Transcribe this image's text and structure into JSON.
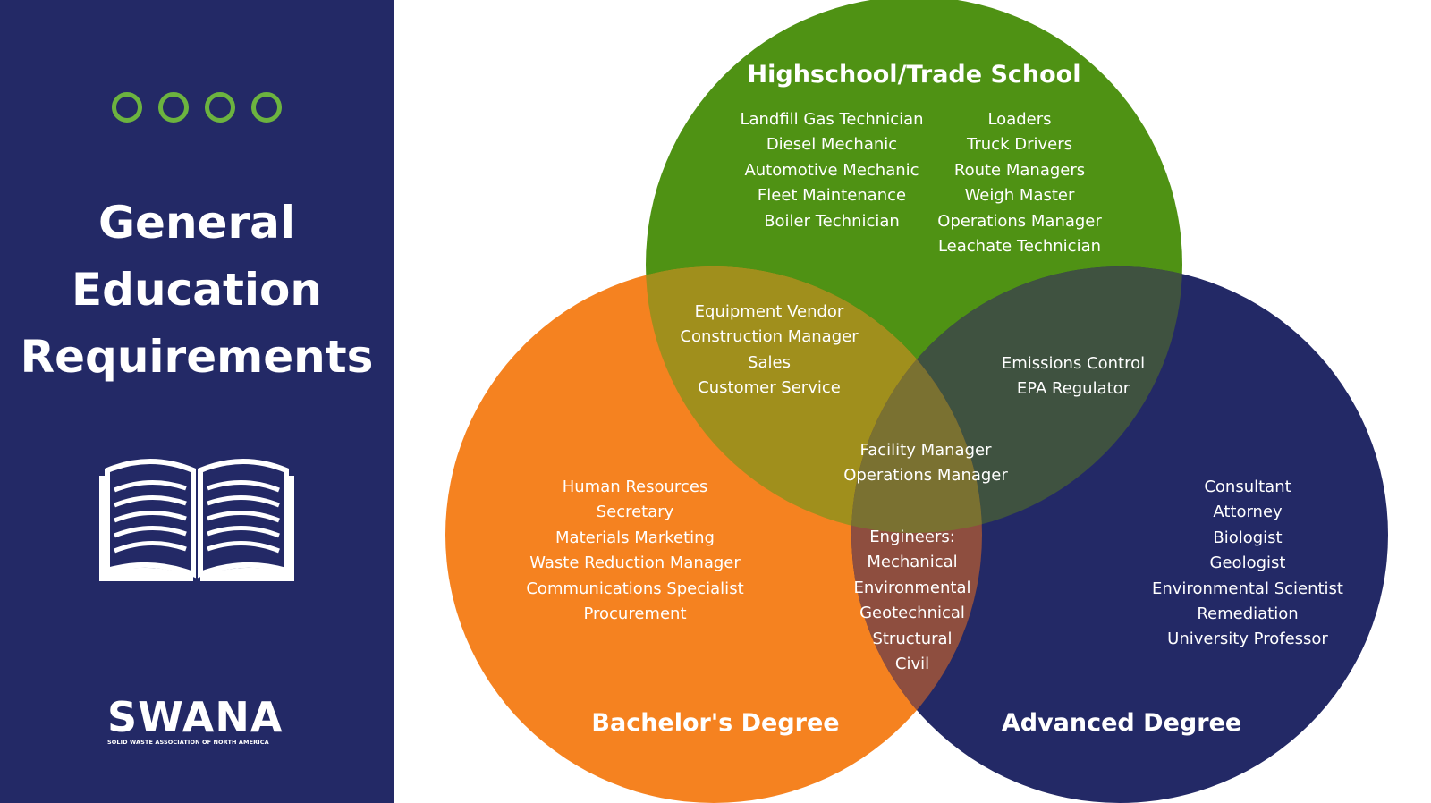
{
  "sidebar": {
    "title_lines": [
      "General",
      "Education",
      "Requirements"
    ],
    "background_color": "#232966",
    "dot_color": "#6cb33f",
    "icon": "open-book-icon",
    "logo": {
      "word": "SWANA",
      "subtitle": "SOLID WASTE ASSOCIATION OF NORTH AMERICA"
    }
  },
  "venn": {
    "circles": {
      "highschool": {
        "label": "Highschool/Trade School",
        "color": "#4f9214"
      },
      "bachelors": {
        "label": "Bachelor's Degree",
        "color": "#f58220"
      },
      "advanced": {
        "label": "Advanced Degree",
        "color": "#232966"
      }
    },
    "regions": {
      "highschool_left": [
        "Landfill Gas Technician",
        "Diesel Mechanic",
        "Automotive Mechanic",
        "Fleet Maintenance",
        "Boiler Technician"
      ],
      "highschool_right": [
        "Loaders",
        "Truck Drivers",
        "Route Managers",
        "Weigh Master",
        "Operations Manager",
        "Leachate Technician"
      ],
      "highschool_bachelors": [
        "Equipment Vendor",
        "Construction Manager",
        "Sales",
        "Customer Service"
      ],
      "highschool_advanced": [
        "Emissions Control",
        "EPA Regulator"
      ],
      "all_three": [
        "Facility Manager",
        "Operations Manager"
      ],
      "bachelors_only": [
        "Human Resources",
        "Secretary",
        "Materials Marketing",
        "Waste Reduction Manager",
        "Communications Specialist",
        "Procurement"
      ],
      "bachelors_advanced": [
        "Engineers:",
        "Mechanical",
        "Environmental",
        "Geotechnical",
        "Structural",
        "Civil"
      ],
      "advanced_only": [
        "Consultant",
        "Attorney",
        "Biologist",
        "Geologist",
        "Environmental Scientist",
        "Remediation",
        "University Professor"
      ]
    }
  }
}
